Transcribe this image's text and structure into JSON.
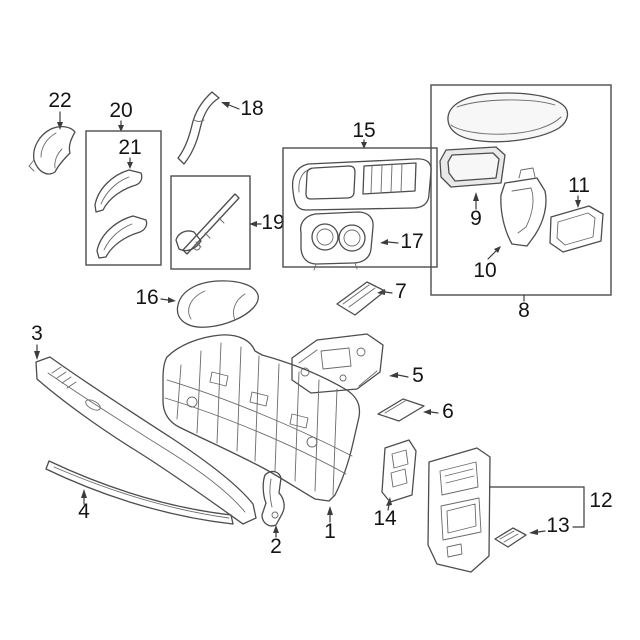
{
  "diagram": {
    "kind": "exploded-parts-diagram",
    "subject": "vehicle-center-console-assembly",
    "background_color": "#ffffff",
    "line_color": "#4d4d4d",
    "label_color": "#141414",
    "callouts": {
      "1": "1",
      "2": "2",
      "3": "3",
      "4": "4",
      "5": "5",
      "6": "6",
      "7": "7",
      "8": "8",
      "9": "9",
      "10": "10",
      "11": "11",
      "12": "12",
      "13": "13",
      "14": "14",
      "15": "15",
      "16": "16",
      "17": "17",
      "18": "18",
      "19": "19",
      "20": "20",
      "21": "21",
      "22": "22"
    }
  }
}
